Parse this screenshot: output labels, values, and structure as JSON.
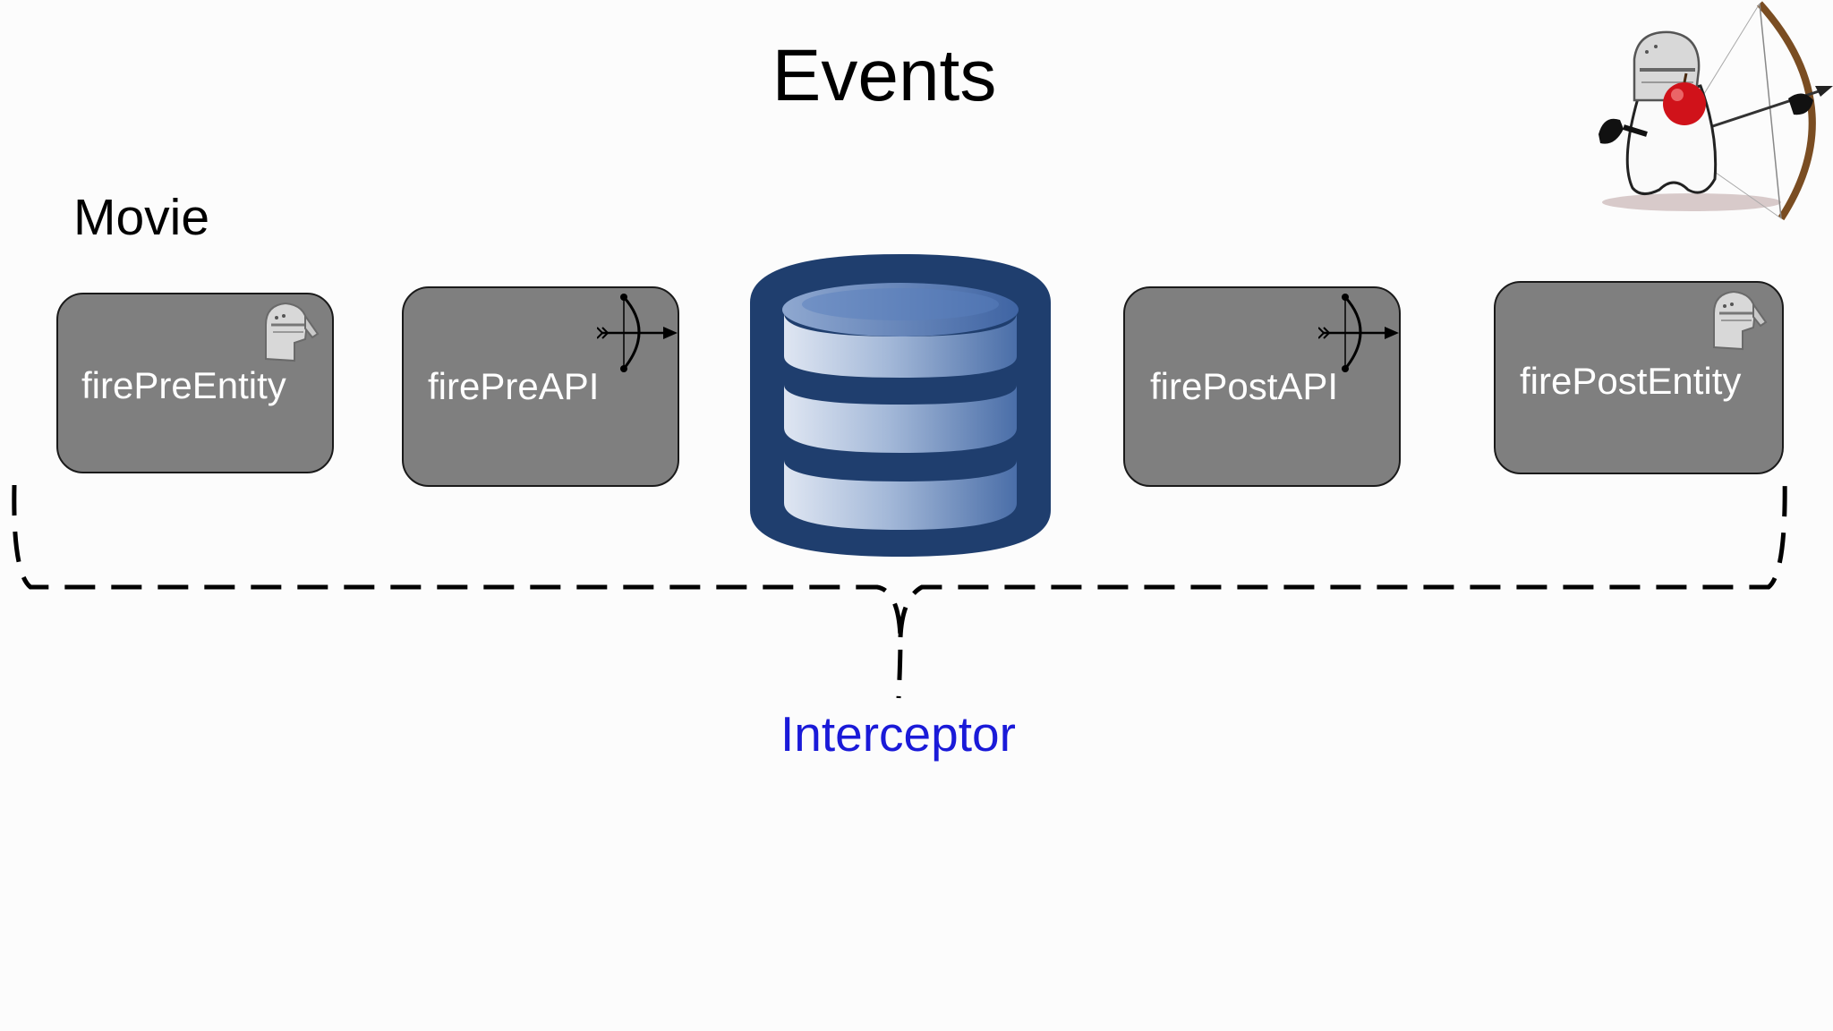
{
  "title": "Events",
  "entity": "Movie",
  "events": [
    {
      "label": "firePreEntity",
      "icon": "knight-helmet-icon"
    },
    {
      "label": "firePreAPI",
      "icon": "bow-arrow-icon"
    },
    {
      "label": "firePostAPI",
      "icon": "bow-arrow-icon"
    },
    {
      "label": "firePostEntity",
      "icon": "knight-helmet-icon"
    }
  ],
  "center_icon": "database-icon",
  "mascot_icon": "archer-mascot-icon",
  "brace_label": "Interceptor",
  "colors": {
    "box_fill": "#7f7f7f",
    "box_text": "#ffffff",
    "database_dark": "#1f3e6e",
    "database_light": "#c6d3e8",
    "interceptor_text": "#1a1ad8",
    "apple_red": "#d0121a"
  }
}
